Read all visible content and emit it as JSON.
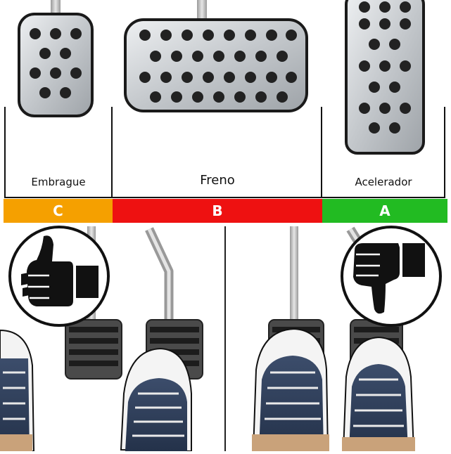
{
  "pedals": [
    {
      "id": "clutch",
      "label": "Embrague",
      "letter": "C",
      "color": "#f5a000"
    },
    {
      "id": "brake",
      "label": "Freno",
      "letter": "B",
      "color": "#ee1111"
    },
    {
      "id": "accelerator",
      "label": "Acelerador",
      "letter": "A",
      "color": "#22bb22"
    }
  ],
  "icons": {
    "left": "thumbs-up-icon",
    "right": "thumbs-down-icon"
  },
  "colors": {
    "pedal_metal": "#c9ccd0",
    "pedal_dark": "#2a2a2a",
    "shoe_denim": "#2f3f5a",
    "shoe_sole": "#f2f2f2"
  }
}
